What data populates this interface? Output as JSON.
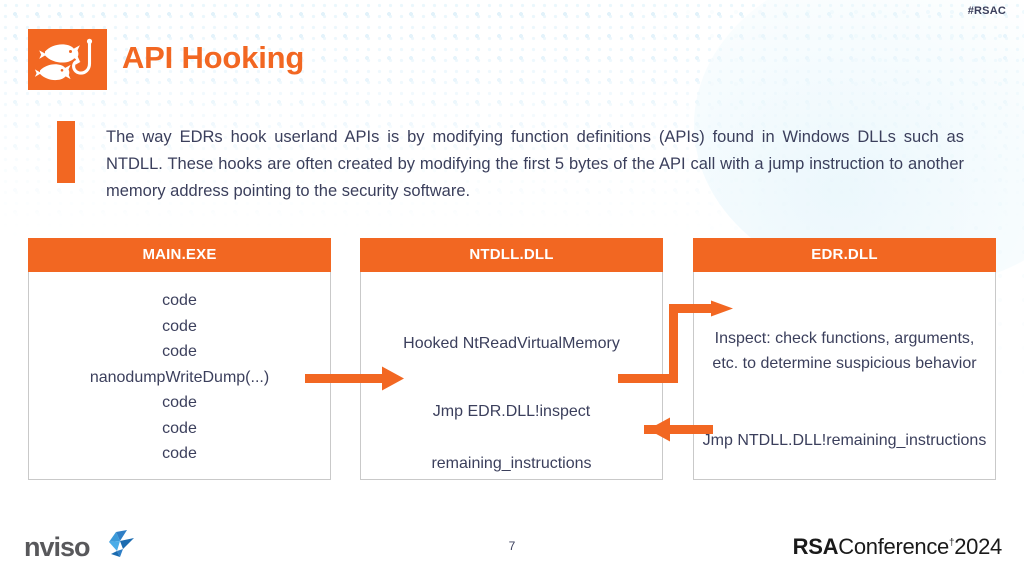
{
  "slide": {
    "hashtag": "#RSAC",
    "title": "API Hooking",
    "title_icon": "fish-hook-icon",
    "page_number": "7",
    "accent_color": "#f26722",
    "text_color": "#3b3f5c",
    "intro": "The way EDRs hook userland APIs is by modifying function definitions (APIs) found in Windows DLLs such as NTDLL. These hooks are often created by modifying the first 5 bytes of the API call with a jump instruction to another memory address pointing to the security software."
  },
  "diagram": {
    "panels": [
      {
        "header": "MAIN.EXE",
        "lines": [
          "code",
          "code",
          "code",
          "nanodumpWriteDump(...)",
          "code",
          "code",
          "code"
        ]
      },
      {
        "header": "NTDLL.DLL",
        "lines": [
          "Hooked NtReadVirtualMemory",
          "Jmp EDR.DLL!inspect",
          "remaining_instructions"
        ]
      },
      {
        "header": "EDR.DLL",
        "lines": [
          "Inspect: check functions, arguments, etc. to determine suspicious behavior",
          "Jmp NTDLL.DLL!remaining_instructions"
        ]
      }
    ],
    "arrows": [
      {
        "name": "arrow-main-to-ntdll",
        "direction": "right"
      },
      {
        "name": "arrow-ntdll-to-edr",
        "direction": "elbow-up-right"
      },
      {
        "name": "arrow-edr-to-ntdll",
        "direction": "left"
      }
    ]
  },
  "footer": {
    "logo_text": "nviso",
    "logo_mark": "origami-bird-icon",
    "brand_bold": "RSA",
    "brand_regular": "Conference",
    "brand_year": "2024"
  }
}
